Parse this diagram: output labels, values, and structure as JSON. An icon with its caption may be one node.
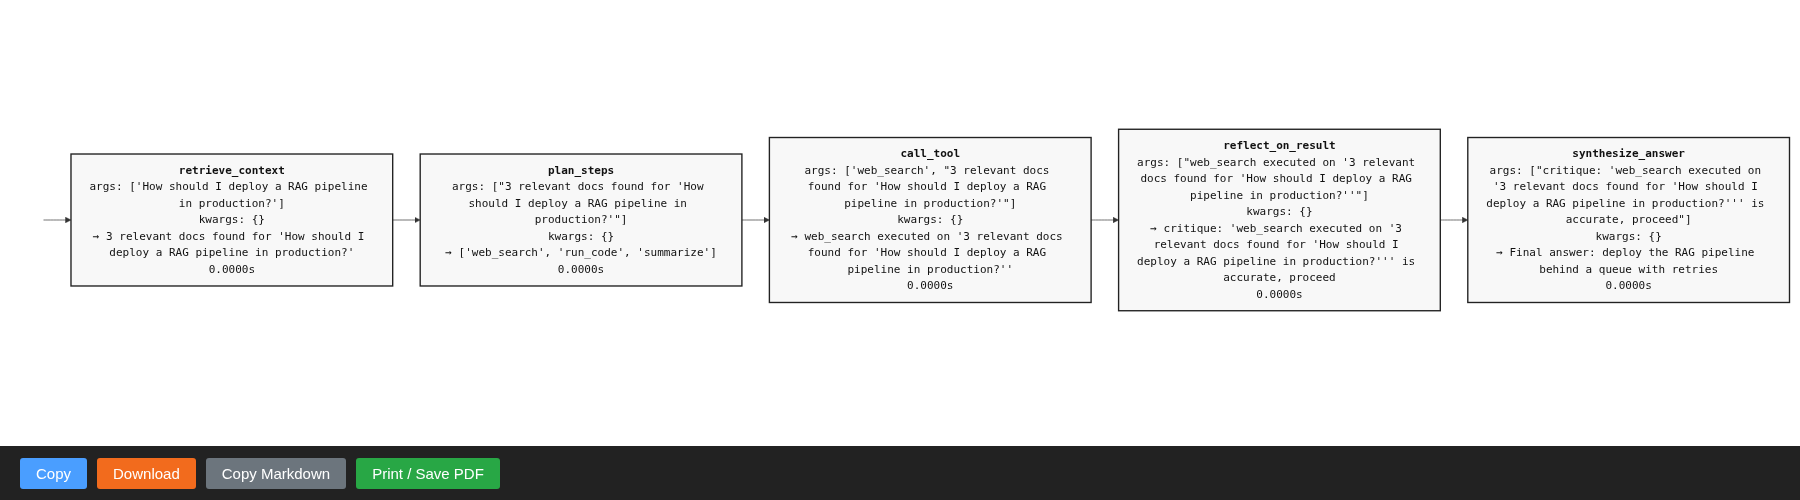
{
  "diagram": {
    "nodes": [
      {
        "text": [
          "retrieve_context",
          "args: ['How should I deploy a RAG pipeline in production?']",
          "kwargs: {}",
          "→ 3 relevant docs found for 'How should I deploy a RAG pipeline in production?'",
          "0.0000s"
        ]
      },
      {
        "text": [
          "plan_steps",
          "args: [\"3 relevant docs found for 'How should I deploy a RAG pipeline in production?'\"]",
          "kwargs: {}",
          "→ ['web_search', 'run_code', 'summarize']",
          "0.0000s"
        ]
      },
      {
        "text": [
          "call_tool",
          "args: ['web_search', \"3 relevant docs found for 'How should I deploy a RAG pipeline in production?'\"]",
          "kwargs: {}",
          "→ web_search executed on '3 relevant docs found for 'How should I deploy a RAG pipeline in production?''",
          "0.0000s"
        ]
      },
      {
        "text": [
          "reflect_on_result",
          "args: [\"web_search executed on '3 relevant docs found for 'How should I deploy a RAG pipeline in production?''\"]",
          "kwargs: {}",
          "→ critique: 'web_search executed on '3 relevant docs found for 'How should I deploy a RAG pipeline in production?''' is accurate, proceed",
          "0.0000s"
        ]
      },
      {
        "text": [
          "synthesize_answer",
          "args: [\"critique: 'web_search executed on '3 relevant docs found for 'How should I deploy a RAG pipeline in production?''' is accurate, proceed\"]",
          "kwargs: {}",
          "→ Final answer: deploy the RAG pipeline behind a queue with retries",
          "0.0000s"
        ]
      }
    ],
    "edges": [
      {
        "from": null,
        "to": 0,
        "arrow": "to"
      },
      {
        "from": 0,
        "to": 1,
        "arrow": "to"
      },
      {
        "from": 1,
        "to": 2,
        "arrow": "to"
      },
      {
        "from": 2,
        "to": 3,
        "arrow": "to"
      },
      {
        "from": 3,
        "to": 4,
        "arrow": "to"
      }
    ],
    "labels": [
      "Copy",
      "Download",
      "Copy Markdown",
      "Print / Save PDF"
    ]
  }
}
